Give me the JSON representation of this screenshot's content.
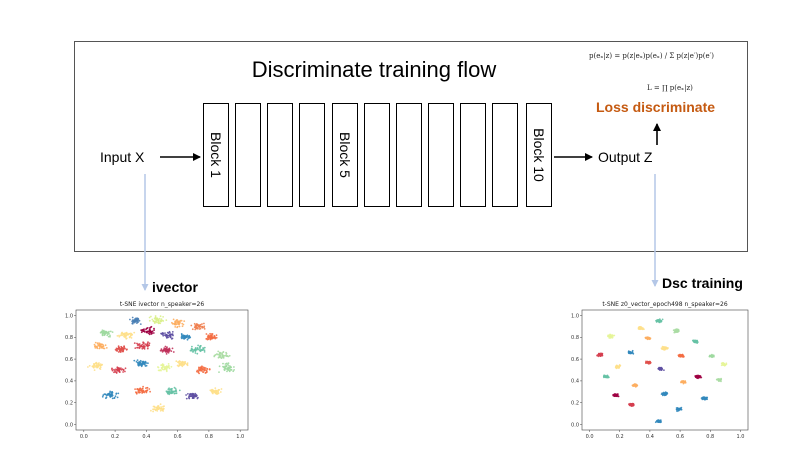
{
  "diagram": {
    "title": "Discriminate training flow",
    "formula_1": "p(eₓ|z) = p(z|eₓ)p(eₓ) / Σ p(z|e′)p(e′)",
    "formula_2": "L = ∏ p(eₓ|z)",
    "loss_label": "Loss discriminate",
    "input_label": "Input X",
    "output_label": "Output Z",
    "blocks": [
      "Block 1",
      "",
      "",
      "",
      "",
      "Block 5",
      "",
      "",
      "",
      "",
      "Block 10"
    ],
    "colors": {
      "loss": "#c55a11",
      "connector": "#b4c7e7",
      "frame": "#555555"
    }
  },
  "captions": {
    "left": "ivector",
    "right": "Dsc training"
  },
  "chart_data": [
    {
      "type": "scatter",
      "title": "t-SNE  ivector n_speaker=26",
      "xlim": [
        -0.05,
        1.05
      ],
      "ylim": [
        -0.05,
        1.05
      ],
      "xticks": [
        "0.0",
        "0.2",
        "0.4",
        "0.6",
        "0.8",
        "1.0"
      ],
      "yticks": [
        "0.0",
        "0.2",
        "0.4",
        "0.6",
        "0.8",
        "1.0"
      ],
      "clusters": [
        {
          "x": 0.33,
          "y": 0.95,
          "color": "#4a7fb5",
          "spread": 0.035
        },
        {
          "x": 0.47,
          "y": 0.96,
          "color": "#d9ef8b",
          "spread": 0.04
        },
        {
          "x": 0.6,
          "y": 0.93,
          "color": "#fdae61",
          "spread": 0.035
        },
        {
          "x": 0.73,
          "y": 0.9,
          "color": "#f08050",
          "spread": 0.035
        },
        {
          "x": 0.14,
          "y": 0.84,
          "color": "#9ed9a0",
          "spread": 0.035
        },
        {
          "x": 0.27,
          "y": 0.82,
          "color": "#fee08b",
          "spread": 0.04
        },
        {
          "x": 0.41,
          "y": 0.86,
          "color": "#9e0142",
          "spread": 0.04
        },
        {
          "x": 0.54,
          "y": 0.82,
          "color": "#5e4fa2",
          "spread": 0.035
        },
        {
          "x": 0.65,
          "y": 0.8,
          "color": "#3288bd",
          "spread": 0.03
        },
        {
          "x": 0.81,
          "y": 0.8,
          "color": "#f46d43",
          "spread": 0.035
        },
        {
          "x": 0.1,
          "y": 0.72,
          "color": "#fdae61",
          "spread": 0.035
        },
        {
          "x": 0.24,
          "y": 0.69,
          "color": "#e0504b",
          "spread": 0.035
        },
        {
          "x": 0.38,
          "y": 0.72,
          "color": "#d53e4f",
          "spread": 0.04
        },
        {
          "x": 0.53,
          "y": 0.68,
          "color": "#c0305a",
          "spread": 0.035
        },
        {
          "x": 0.73,
          "y": 0.69,
          "color": "#66c2a5",
          "spread": 0.04
        },
        {
          "x": 0.88,
          "y": 0.64,
          "color": "#abdda4",
          "spread": 0.04
        },
        {
          "x": 0.08,
          "y": 0.54,
          "color": "#fee08b",
          "spread": 0.04
        },
        {
          "x": 0.22,
          "y": 0.5,
          "color": "#d53e4f",
          "spread": 0.035
        },
        {
          "x": 0.37,
          "y": 0.56,
          "color": "#3288bd",
          "spread": 0.035
        },
        {
          "x": 0.52,
          "y": 0.52,
          "color": "#e6f598",
          "spread": 0.04
        },
        {
          "x": 0.63,
          "y": 0.56,
          "color": "#fee08b",
          "spread": 0.035
        },
        {
          "x": 0.76,
          "y": 0.5,
          "color": "#f46d43",
          "spread": 0.035
        },
        {
          "x": 0.92,
          "y": 0.52,
          "color": "#9ed9a0",
          "spread": 0.045
        },
        {
          "x": 0.17,
          "y": 0.27,
          "color": "#3288bd",
          "spread": 0.04
        },
        {
          "x": 0.37,
          "y": 0.32,
          "color": "#f46d43",
          "spread": 0.04
        },
        {
          "x": 0.56,
          "y": 0.31,
          "color": "#66c2a5",
          "spread": 0.04
        },
        {
          "x": 0.7,
          "y": 0.26,
          "color": "#5e4fa2",
          "spread": 0.035
        },
        {
          "x": 0.84,
          "y": 0.3,
          "color": "#fee08b",
          "spread": 0.035
        },
        {
          "x": 0.47,
          "y": 0.15,
          "color": "#fee08b",
          "spread": 0.035
        }
      ]
    },
    {
      "type": "scatter",
      "title": "t-SNE z0_vector_epoch498 n_speaker=26",
      "xlim": [
        -0.05,
        1.05
      ],
      "ylim": [
        -0.05,
        1.05
      ],
      "xticks": [
        "0.0",
        "0.2",
        "0.4",
        "0.6",
        "0.8",
        "1.0"
      ],
      "yticks": [
        "0.0",
        "0.2",
        "0.4",
        "0.6",
        "0.8",
        "1.0"
      ],
      "clusters": [
        {
          "x": 0.46,
          "y": 0.95,
          "color": "#66c2a5",
          "spread": 0.018
        },
        {
          "x": 0.34,
          "y": 0.88,
          "color": "#fee08b",
          "spread": 0.018
        },
        {
          "x": 0.58,
          "y": 0.86,
          "color": "#abdda4",
          "spread": 0.018
        },
        {
          "x": 0.14,
          "y": 0.81,
          "color": "#e6f598",
          "spread": 0.018
        },
        {
          "x": 0.39,
          "y": 0.79,
          "color": "#fdae61",
          "spread": 0.016
        },
        {
          "x": 0.7,
          "y": 0.76,
          "color": "#66c2a5",
          "spread": 0.016
        },
        {
          "x": 0.5,
          "y": 0.7,
          "color": "#fee08b",
          "spread": 0.018
        },
        {
          "x": 0.07,
          "y": 0.64,
          "color": "#d53e4f",
          "spread": 0.018
        },
        {
          "x": 0.27,
          "y": 0.66,
          "color": "#3288bd",
          "spread": 0.016
        },
        {
          "x": 0.61,
          "y": 0.63,
          "color": "#f46d43",
          "spread": 0.018
        },
        {
          "x": 0.81,
          "y": 0.63,
          "color": "#9ed9a0",
          "spread": 0.016
        },
        {
          "x": 0.39,
          "y": 0.57,
          "color": "#e0504b",
          "spread": 0.016
        },
        {
          "x": 0.89,
          "y": 0.55,
          "color": "#e6f598",
          "spread": 0.016
        },
        {
          "x": 0.19,
          "y": 0.53,
          "color": "#fee08b",
          "spread": 0.016
        },
        {
          "x": 0.47,
          "y": 0.51,
          "color": "#5e4fa2",
          "spread": 0.016
        },
        {
          "x": 0.11,
          "y": 0.44,
          "color": "#66c2a5",
          "spread": 0.016
        },
        {
          "x": 0.72,
          "y": 0.44,
          "color": "#9e0142",
          "spread": 0.018
        },
        {
          "x": 0.62,
          "y": 0.39,
          "color": "#fdae61",
          "spread": 0.016
        },
        {
          "x": 0.3,
          "y": 0.36,
          "color": "#fdae61",
          "spread": 0.016
        },
        {
          "x": 0.86,
          "y": 0.41,
          "color": "#abdda4",
          "spread": 0.016
        },
        {
          "x": 0.17,
          "y": 0.27,
          "color": "#9e0142",
          "spread": 0.016
        },
        {
          "x": 0.5,
          "y": 0.28,
          "color": "#3288bd",
          "spread": 0.016
        },
        {
          "x": 0.76,
          "y": 0.24,
          "color": "#3288bd",
          "spread": 0.016
        },
        {
          "x": 0.28,
          "y": 0.18,
          "color": "#d53e4f",
          "spread": 0.016
        },
        {
          "x": 0.59,
          "y": 0.14,
          "color": "#3288bd",
          "spread": 0.016
        },
        {
          "x": 0.46,
          "y": 0.03,
          "color": "#3288bd",
          "spread": 0.016
        }
      ]
    }
  ]
}
